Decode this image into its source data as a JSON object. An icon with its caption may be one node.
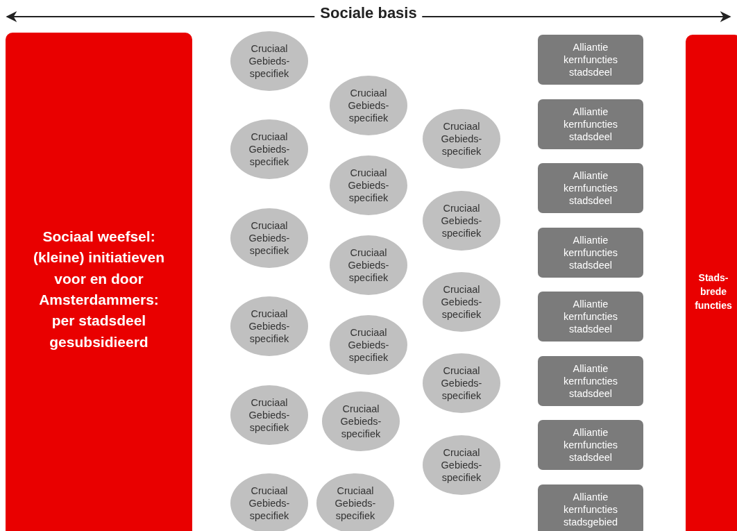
{
  "diagram": {
    "title": "Sociale basis",
    "nodes": [
      {
        "text": [
          "Sociaal weefsel: (kleine) initiatieven voor en door Amsterdammers: per stadsdeel gesubsidieerd"
        ]
      },
      {
        "text": [
          "Cruciaal Gebieds- specifiek"
        ]
      },
      {
        "text": [
          "Cruciaal Gebieds- specifiek"
        ]
      },
      {
        "text": [
          "Cruciaal Gebieds- specifiek"
        ]
      },
      {
        "text": [
          "Cruciaal Gebieds- specifiek"
        ]
      },
      {
        "text": [
          "Cruciaal Gebieds- specifiek"
        ]
      },
      {
        "text": [
          "Cruciaal Gebieds- specifiek"
        ]
      },
      {
        "text": [
          "Cruciaal Gebieds- specifiek"
        ]
      },
      {
        "text": [
          "Cruciaal Gebieds- specifiek"
        ]
      },
      {
        "text": [
          "Cruciaal Gebieds- specifiek"
        ]
      },
      {
        "text": [
          "Cruciaal Gebieds- specifiek"
        ]
      },
      {
        "text": [
          "Cruciaal Gebieds- specifiek"
        ]
      },
      {
        "text": [
          "Cruciaal Gebieds- specifiek"
        ]
      },
      {
        "text": [
          "Cruciaal Gebieds- specifiek"
        ]
      },
      {
        "text": [
          "Cruciaal Gebieds- specifiek"
        ]
      },
      {
        "text": [
          "Cruciaal Gebieds- specifiek"
        ]
      },
      {
        "text": [
          "Cruciaal Gebieds- specifiek"
        ]
      },
      {
        "text": [
          "Cruciaal Gebieds- specifiek"
        ]
      },
      {
        "text": [
          "Alliantie kernfuncties stadsdeel"
        ]
      },
      {
        "text": [
          "Alliantie kernfuncties stadsdeel"
        ]
      },
      {
        "text": [
          "Alliantie kernfuncties stadsdeel"
        ]
      },
      {
        "text": [
          "Alliantie kernfuncties stadsdeel"
        ]
      },
      {
        "text": [
          "Alliantie kernfuncties stadsdeel"
        ]
      },
      {
        "text": [
          "Alliantie kernfuncties stadsdeel"
        ]
      },
      {
        "text": [
          "Alliantie kernfuncties stadsdeel"
        ]
      },
      {
        "text": [
          "Alliantie kernfuncties stadsgebied"
        ]
      },
      {
        "text": [
          "Stads- brede functies"
        ]
      }
    ]
  }
}
